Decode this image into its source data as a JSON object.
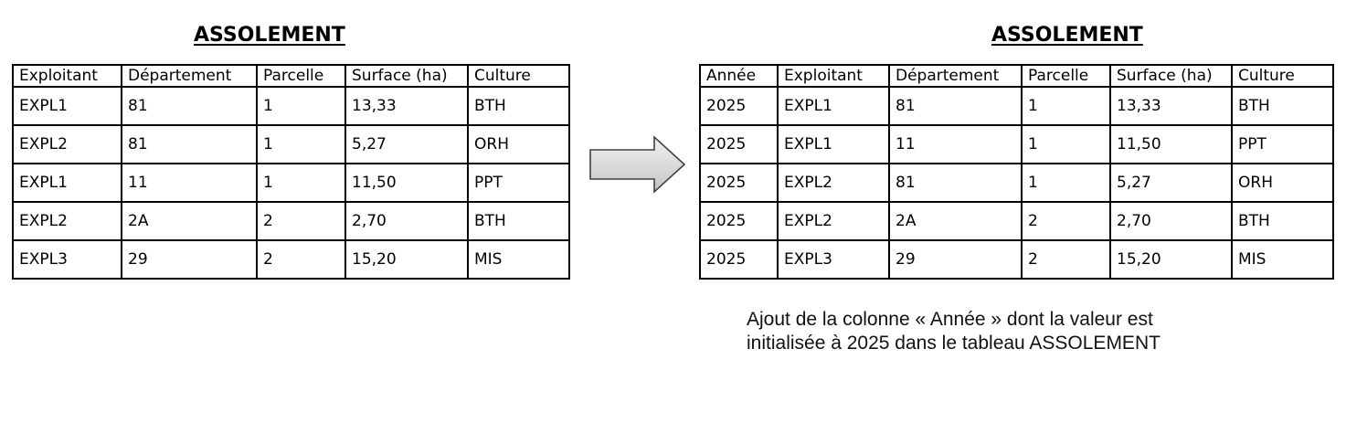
{
  "left": {
    "title": "ASSOLEMENT",
    "columns": [
      "Exploitant",
      "Département",
      "Parcelle",
      "Surface (ha)",
      "Culture"
    ],
    "rows": [
      [
        "EXPL1",
        "81",
        "1",
        "13,33",
        "BTH"
      ],
      [
        "EXPL2",
        "81",
        "1",
        "5,27",
        "ORH"
      ],
      [
        "EXPL1",
        "11",
        "1",
        "11,50",
        "PPT"
      ],
      [
        "EXPL2",
        "2A",
        "2",
        "2,70",
        "BTH"
      ],
      [
        "EXPL3",
        "29",
        "2",
        "15,20",
        "MIS"
      ]
    ]
  },
  "right": {
    "title": "ASSOLEMENT",
    "columns": [
      "Année",
      "Exploitant",
      "Département",
      "Parcelle",
      "Surface (ha)",
      "Culture"
    ],
    "rows": [
      [
        "2025",
        "EXPL1",
        "81",
        "1",
        "13,33",
        "BTH"
      ],
      [
        "2025",
        "EXPL1",
        "11",
        "1",
        "11,50",
        "PPT"
      ],
      [
        "2025",
        "EXPL2",
        "81",
        "1",
        "5,27",
        "ORH"
      ],
      [
        "2025",
        "EXPL2",
        "2A",
        "2",
        "2,70",
        "BTH"
      ],
      [
        "2025",
        "EXPL3",
        "29",
        "2",
        "15,20",
        "MIS"
      ]
    ]
  },
  "note": {
    "line1": "Ajout de la colonne « Année » dont la valeur est",
    "line2": "initialisée à 2025 dans le tableau ASSOLEMENT"
  },
  "colors": {
    "arrow_fill_light": "#f2f2f2",
    "arrow_fill_dark": "#c4c4c4",
    "arrow_stroke": "#404040"
  }
}
